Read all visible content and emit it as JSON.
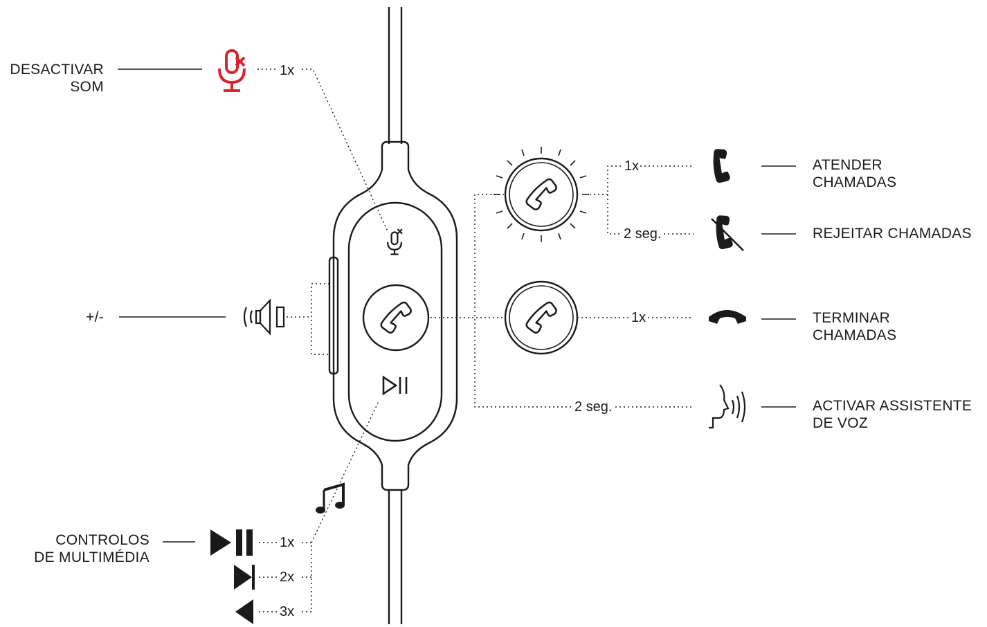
{
  "labels": {
    "mute": [
      "DESACTIVAR",
      "SOM"
    ],
    "volume": "+/-",
    "media": [
      "CONTROLOS",
      "DE MULTIMÉDIA"
    ],
    "answer": [
      "ATENDER",
      "CHAMADAS"
    ],
    "reject": "REJEITAR CHAMADAS",
    "end": [
      "TERMINAR",
      "CHAMADAS"
    ],
    "assistant": [
      "ACTIVAR ASSISTENTE",
      "DE VOZ"
    ]
  },
  "counts": {
    "mute": "1x",
    "answer": "1x",
    "reject": "2 seg.",
    "end": "1x",
    "assistant": "2 seg.",
    "play_pause": "1x",
    "next": "2x",
    "previous": "3x"
  },
  "colors": {
    "line": "#1a1a1a",
    "mute_accent": "#d9232d"
  },
  "icons": [
    "mic-muted-icon",
    "speaker-volume-icon",
    "phone-handset-icon",
    "play-pause-icon",
    "music-note-icon",
    "next-track-icon",
    "previous-track-icon",
    "call-reject-icon",
    "call-end-icon",
    "voice-assistant-icon"
  ]
}
